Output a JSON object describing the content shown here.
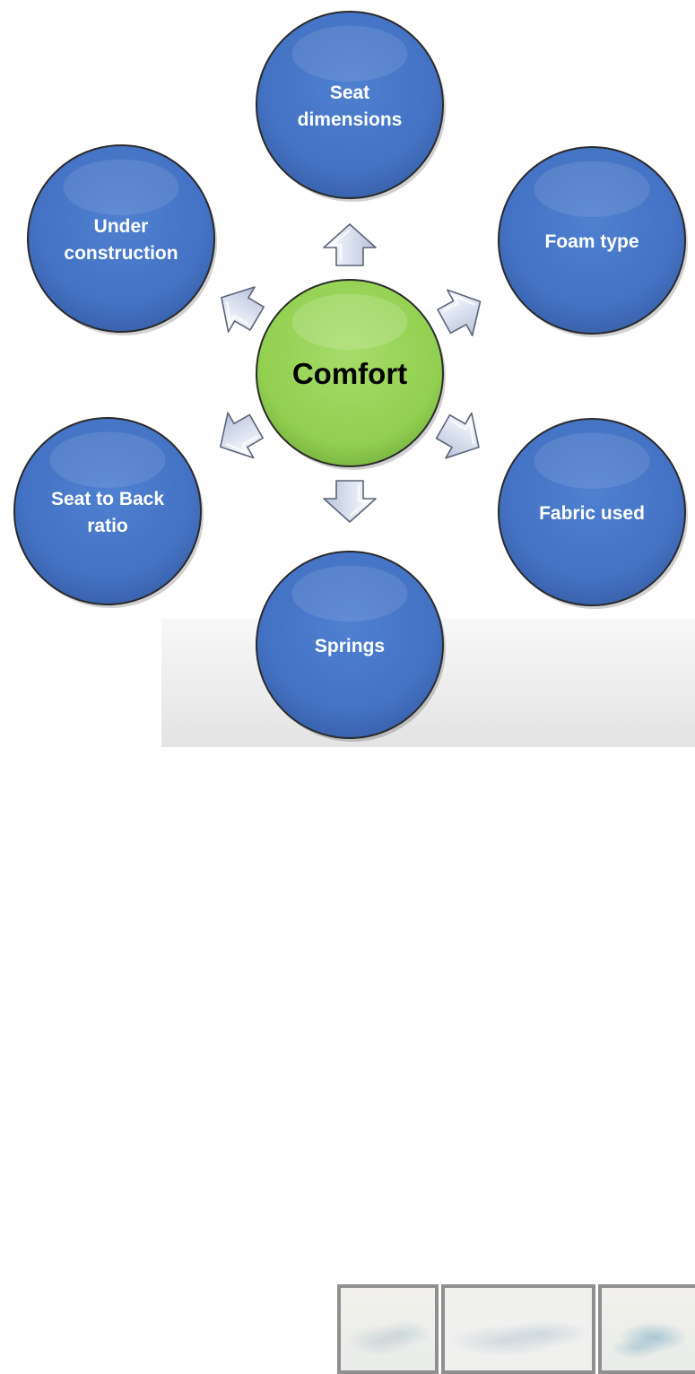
{
  "diagram": {
    "center": {
      "label": "Comfort"
    },
    "nodes": [
      {
        "id": "seat-dimensions",
        "label": "Seat\ndimensions"
      },
      {
        "id": "foam-type",
        "label": "Foam type"
      },
      {
        "id": "fabric-used",
        "label": "Fabric used"
      },
      {
        "id": "springs",
        "label": "Springs"
      },
      {
        "id": "seat-to-back-ratio",
        "label": "Seat to Back\nratio"
      },
      {
        "id": "under-construction",
        "label": "Under\nconstruction"
      }
    ]
  },
  "colors": {
    "node_fill": "#4472c4",
    "node_border": "#2a2a2a",
    "center_fill": "#92d050",
    "center_text": "#000000",
    "node_text": "#ffffff",
    "arrow_fill": "#d6dced",
    "arrow_stroke": "#5a6478"
  }
}
